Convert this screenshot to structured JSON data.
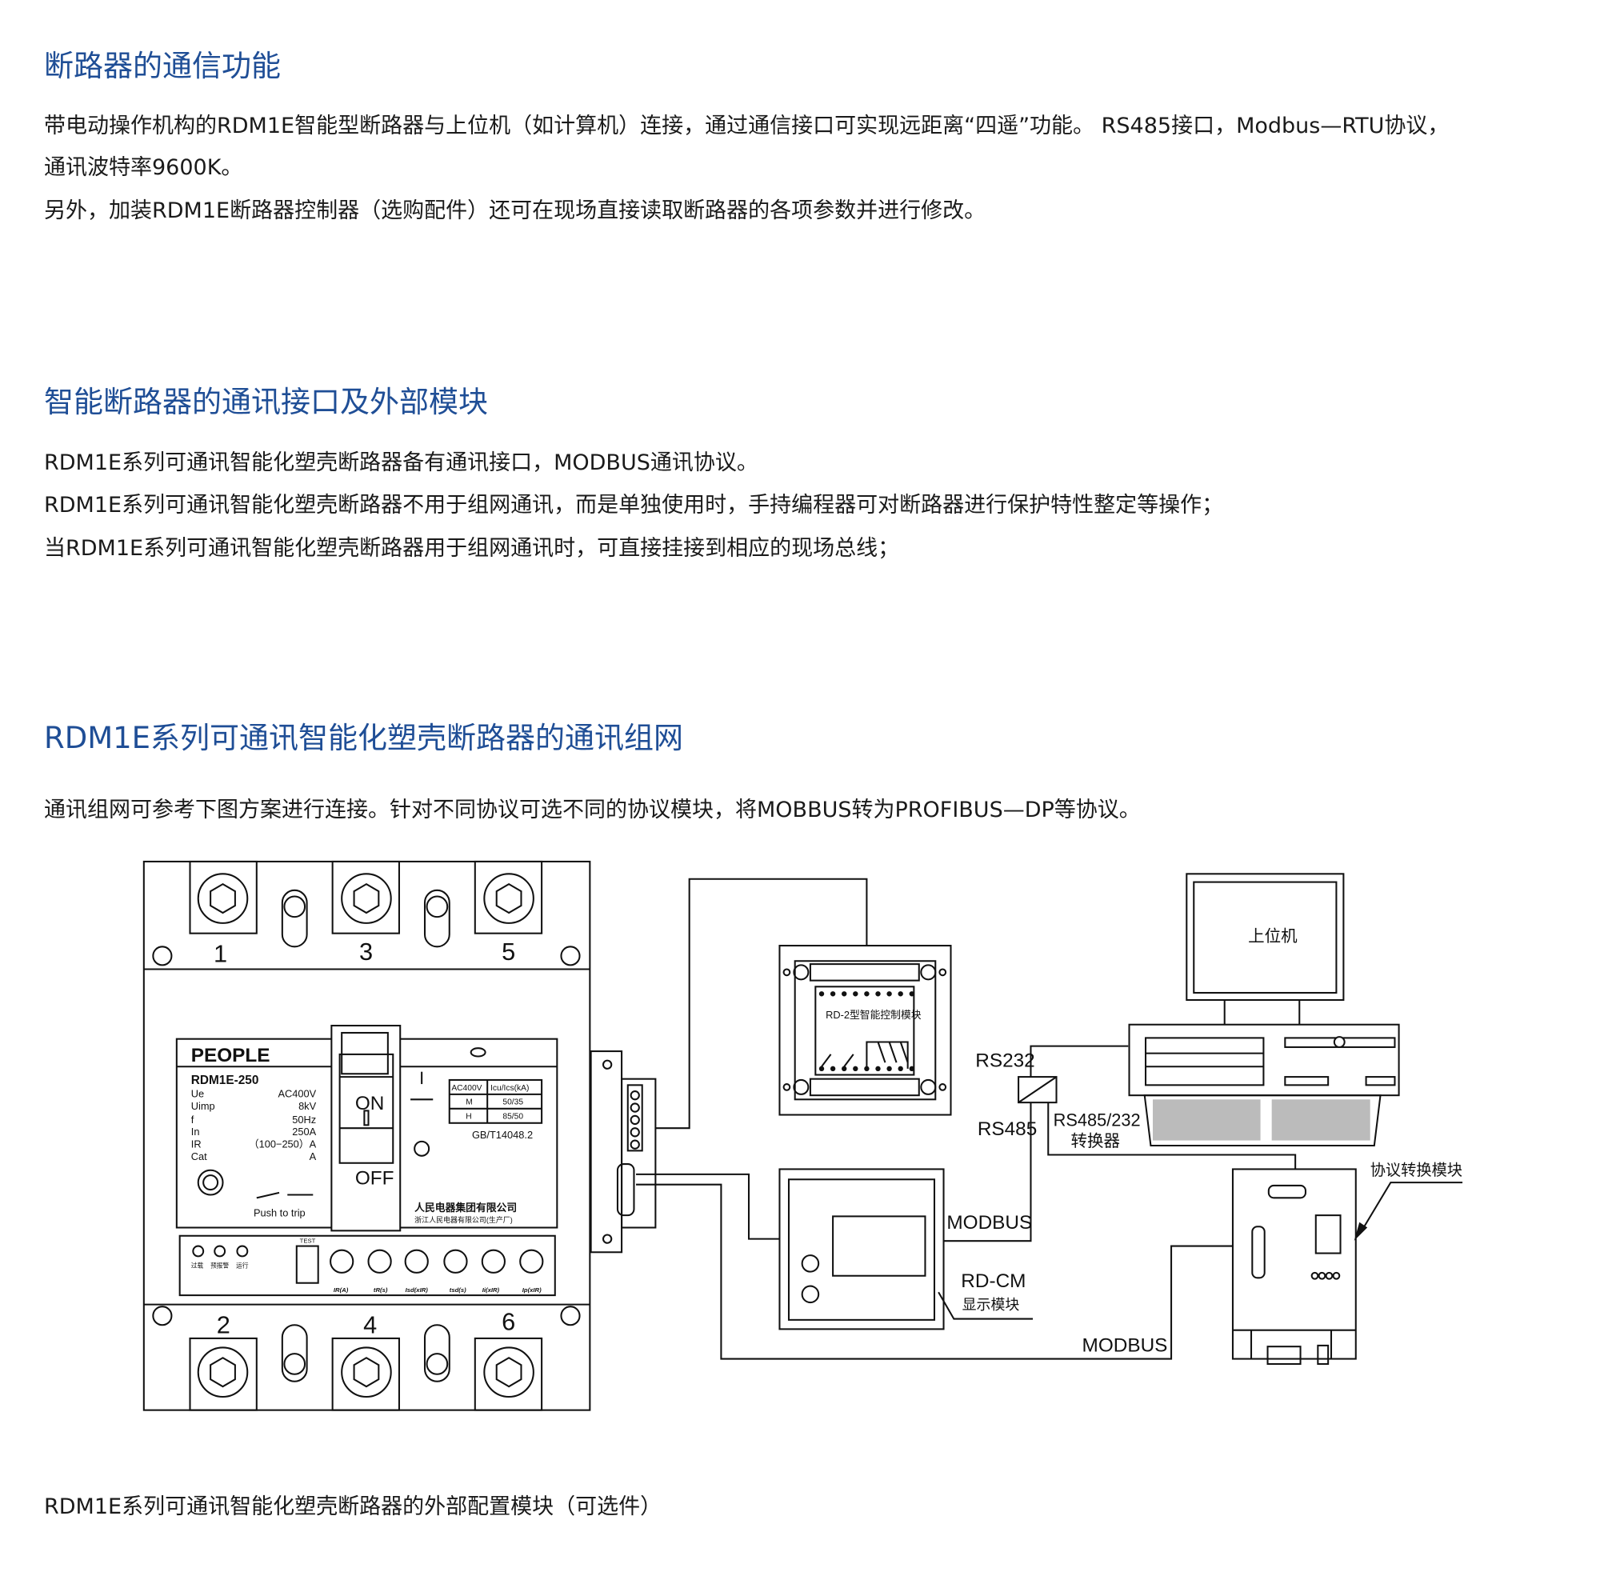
{
  "section1": {
    "title": "断路器的通信功能",
    "lines": [
      "带电动操作机构的RDM1E智能型断路器与上位机（如计算机）连接，通过通信接口可实现远距离“四遥”功能。 RS485接口，Modbus—RTU协议，",
      "通讯波特率9600K。",
      "另外，加装RDM1E断路器控制器（选购配件）还可在现场直接读取断路器的各项参数并进行修改。"
    ]
  },
  "section2": {
    "title": "智能断路器的通讯接口及外部模块",
    "lines": [
      "RDM1E系列可通讯智能化塑壳断路器备有通讯接口，MODBUS通讯协议。",
      "RDM1E系列可通讯智能化塑壳断路器不用于组网通讯，而是单独使用时，手持编程器可对断路器进行保护特性整定等操作；",
      "当RDM1E系列可通讯智能化塑壳断路器用于组网通讯时，可直接挂接到相应的现场总线；"
    ]
  },
  "section3": {
    "title": "RDM1E系列可通讯智能化塑壳断路器的通讯组网",
    "lines": [
      "通讯组网可参考下图方案进行连接。针对不同协议可选不同的协议模块，将MOBBUS转为PROFIBUS—DP等协议。"
    ]
  },
  "diagram": {
    "breaker": {
      "brand": "PEOPLE",
      "model": "RDM1E-250",
      "specs": [
        [
          "Ue",
          "AC400V"
        ],
        [
          "Uimp",
          "8kV"
        ],
        [
          "f",
          "50Hz"
        ],
        [
          "In",
          "250A"
        ],
        [
          "IR",
          "（100−250）A"
        ],
        [
          "Cat",
          "A"
        ]
      ],
      "on": "ON",
      "off": "OFF",
      "push": "Push to trip",
      "terminals_top": [
        "1",
        "3",
        "5"
      ],
      "terminals_bottom": [
        "2",
        "4",
        "6"
      ],
      "table": [
        [
          "AC400V",
          "Icu/Ics(kA)"
        ],
        [
          "M",
          "50/35"
        ],
        [
          "H",
          "85/50"
        ]
      ],
      "standard": "GB/T14048.2",
      "company": "人民电器集团有限公司",
      "company_sub": "浙江人民电器有限公司(生产厂)",
      "test": "TEST",
      "indicators": [
        "过载",
        "预报警",
        "运行"
      ],
      "dials": [
        "IR(A)",
        "tR(s)",
        "Isd(xIR)",
        "tsd(s)",
        "Ii(xIR)",
        "Ip(xIR)"
      ]
    },
    "rd2_label": "RD-2型智能控制模块",
    "computer_label": "上位机",
    "rs232": "RS232",
    "rs485": "RS485",
    "converter": "RS485/232",
    "converter_sub": "转换器",
    "modbus1": "MODBUS",
    "modbus2": "MODBUS",
    "rdcm": "RD-CM",
    "rdcm_sub": "显示模块",
    "protocol_module": "协议转换模块"
  },
  "caption": "RDM1E系列可通讯智能化塑壳断路器的外部配置模块（可选件）"
}
